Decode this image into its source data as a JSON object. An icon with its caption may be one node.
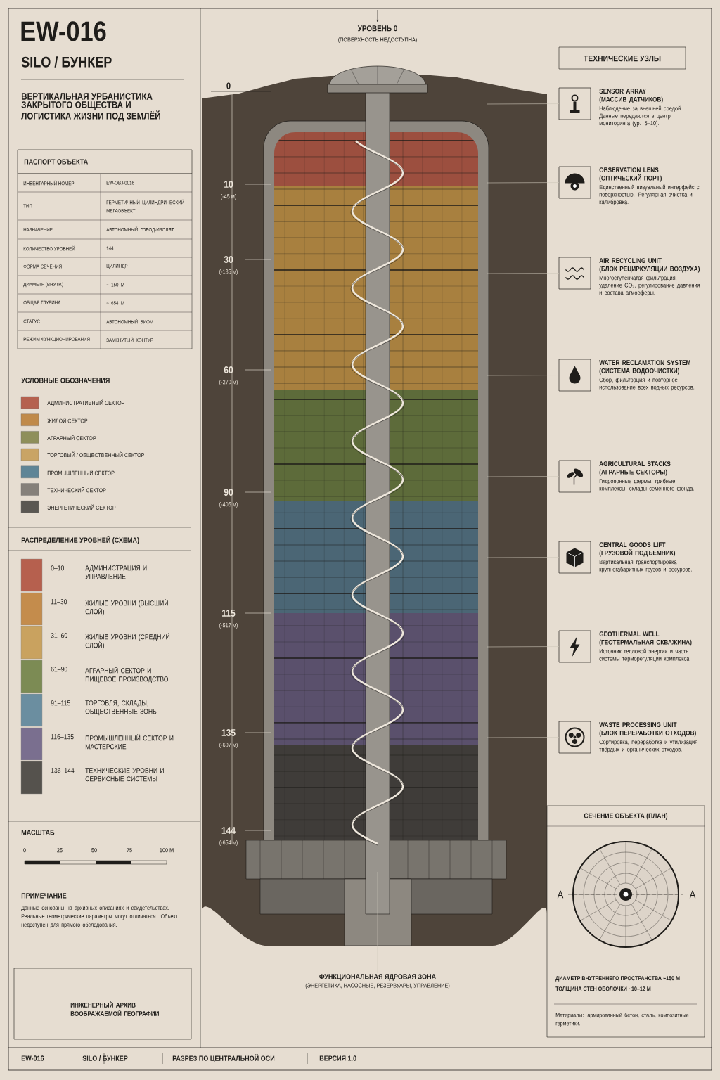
{
  "diagram": {
    "title": "EW-016",
    "nodes": [
      {
        "text": [
          "SENSOR ARRAY",
          "(МАССИВ ДАТЧИКОВ)",
          "Наблюдение за внешней средой. Данные передаются в центр мониторинга (ур. 5–10)."
        ]
      },
      {
        "text": [
          "OBSERVATION LENS",
          "(ОПТИЧЕСКИЙ ПОРТ)",
          "Единственный визуальный интерфейс с поверхностью. Регулярная очистка и калибровка."
        ]
      },
      {
        "text": [
          "AIR RECYCLING UNIT",
          "(БЛОК РЕЦИРКУЛЯЦИИ ВОЗДУХА)",
          "Многоступенчатая фильтрация, удаление CO$_{2}$, регулирование давления и состава атмосферы."
        ]
      },
      {
        "text": [
          "WATER RECLAMATION SYSTEM",
          "(СИСТЕМА ВОДООЧИСТКИ)",
          "Сбор, фильтрация и повторное использование всех водных ресурсов."
        ]
      },
      {
        "text": [
          "AGRICULTURAL STACKS",
          "(АГРАРНЫЕ СЕКТОРЫ)",
          "Гидропонные фермы, грибные комплексы, склады семенного фонда."
        ]
      },
      {
        "text": [
          "CENTRAL GOODS LIFT",
          "(ГРУЗОВОЙ ПОДЪЕМНИК)",
          "Вертикальная транспортировка крупногабаритных грузов и ресурсов."
        ]
      },
      {
        "text": [
          "GEOTHERMAL WELL",
          "(ГЕОТЕРМАЛЬНАЯ СКВАЖИНА)",
          "Источник тепловой энергии и часть системы терморегуляции комплекса."
        ]
      },
      {
        "text": [
          "WASTE PROCESSING UNIT",
          "(БЛОК ПЕРЕРАБОТКИ ОТХОДОВ)",
          "Сортировка, переработка и утилизация твёрдых и органических отходов."
        ]
      },
      {
        "text": [
          "ФУНКЦИОНАЛЬНАЯ ЯДРОВАЯ ЗОНА",
          "(ЭНЕРГЕТИКА, НАСОСНЫЕ, РЕЗЕРВУАРЫ, УПРАВЛЕНИЕ)"
        ]
      }
    ],
    "edges": [
      {
        "from": 0,
        "to": null,
        "arrow": "none"
      },
      {
        "from": 1,
        "to": null,
        "arrow": "none"
      },
      {
        "from": 2,
        "to": null,
        "arrow": "none"
      },
      {
        "from": 3,
        "to": null,
        "arrow": "none"
      },
      {
        "from": 4,
        "to": null,
        "arrow": "none"
      },
      {
        "from": 5,
        "to": null,
        "arrow": "none"
      },
      {
        "from": 6,
        "to": null,
        "arrow": "none"
      },
      {
        "from": 7,
        "to": null,
        "arrow": "none"
      },
      {
        "from": 8,
        "to": null,
        "arrow": "none"
      }
    ],
    "labels": [
      "SILO / БУНКЕР",
      "ВЕРТИКАЛЬНАЯ УРБАНИСТИКА ЗАКРЫТОГО ОБЩЕСТВА И ЛОГИСТИКА ЖИЗНИ ПОД ЗЕМЛЁЙ",
      "ПАСПОРТ ОБЪЕКТА",
      "ИНВЕНТАРНЫЙ НОМЕР",
      "EW-OBJ-0016",
      "ТИП",
      "ГЕРМЕТИЧНЫЙ ЦИЛИНДРИЧЕСКИЙ МЕГАОБЪЕКТ",
      "НАЗНАЧЕНИЕ",
      "АВТОНОМНЫЙ ГОРОД-ИЗОЛЯТ",
      "КОЛИЧЕСТВО УРОВНЕЙ",
      "144",
      "ФОРМА СЕЧЕНИЯ",
      "ЦИЛИНДР",
      "ДИАМЕТР (ВНУТР.)",
      "~ 150 М",
      "ОБЩАЯ ГЛУБИНА",
      "~ 654 М",
      "СТАТУС",
      "АВТОНОМНЫЙ БИОМ",
      "РЕЖИМ ФУНКЦИОНИРОВАНИЯ",
      "ЗАМКНУТЫЙ КОНТУР",
      "УСЛОВНЫЕ ОБОЗНАЧЕНИЯ",
      "РАСПРЕДЕЛЕНИЕ УРОВНЕЙ (СХЕМА)",
      "0–10",
      "АДМИНИСТРАЦИЯ И УПРАВЛЕНИЕ",
      "11–30",
      "ЖИЛЫЕ УРОВНИ (ВЫСШИЙ СЛОЙ)",
      "31–60",
      "ЖИЛЫЕ УРОВНИ (СРЕДНИЙ СЛОЙ)",
      "61–90",
      "АГРАРНЫЙ СЕКТОР И ПИЩЕВОЕ ПРОИЗВОДСТВО",
      "91–115",
      "ТОРГОВЛЯ, СКЛАДЫ, ОБЩЕСТВЕННЫЕ ЗОНЫ",
      "116–135",
      "ПРОМЫШЛЕННЫЙ СЕКТОР И МАСТЕРСКИЕ",
      "136–144",
      "ТЕХНИЧЕСКИЕ УРОВНИ И СЕРВИСНЫЕ СИСТЕМЫ",
      "МАСШТАБ",
      "0",
      "25",
      "50",
      "75",
      "100 М",
      "ПРИМЕЧАНИЕ",
      "Данные основаны на архивных описаниях и свидетельствах. Реальные геометрические параметры могут отличаться. Объект недоступен для прямого обследования.",
      "ИНЖЕНЕРНЫЙ АРХИВ ВООБРАЖАЕМОЙ ГЕОГРАФИИ",
      "УРОВЕНЬ 0",
      "(ПОВЕРХНОСТЬ НЕДОСТУПНА)",
      "0",
      "10",
      "(-45 м)",
      "30",
      "(-135 м)",
      "60",
      "(-270 м)",
      "90",
      "(-405 м)",
      "115",
      "(-517 м)",
      "135",
      "(-607 м)",
      "144",
      "(-654 м)",
      "ТЕХНИЧЕСКИЕ УЗЛЫ",
      "СЕЧЕНИЕ ОБЪЕКТА (ПЛАН)",
      "A",
      "A",
      "ДИАМЕТР ВНУТРЕННЕГО ПРОСТРАНСТВА ~150 М",
      "ТОЛЩИНА СТЕН ОБОЛОЧКИ ~10–12 М",
      "Материалы: армированный бетон, сталь, композитные герметики.",
      "EW-016",
      "SILO / БУНКЕР",
      "РАЗРЕЗ ПО ЦЕНТРАЛЬНОЙ ОСИ",
      "ВЕРСИЯ 1.0"
    ],
    "legend": [
      {
        "text": "АДМИНИСТРАТИВНЫЙ СЕКТОР",
        "color": "#b5614f"
      },
      {
        "text": "ЖИЛОЙ СЕКТОР",
        "color": "#c08a4a"
      },
      {
        "text": "АГРАРНЫЙ СЕКТОР",
        "color": "#8e8f5a"
      },
      {
        "text": "ТОРГОВЫЙ / ОБЩЕСТВЕННЫЙ СЕКТОР",
        "color": "#c9a465"
      },
      {
        "text": "ПРОМЫШЛЕННЫЙ СЕКТОР",
        "color": "#5f8596"
      },
      {
        "text": "ТЕХНИЧЕСКИЙ СЕКТОР",
        "color": "#85807a"
      },
      {
        "text": "ЭНЕРГЕТИЧЕСКИЙ СЕКТОР",
        "color": "#5a5752"
      }
    ]
  }
}
